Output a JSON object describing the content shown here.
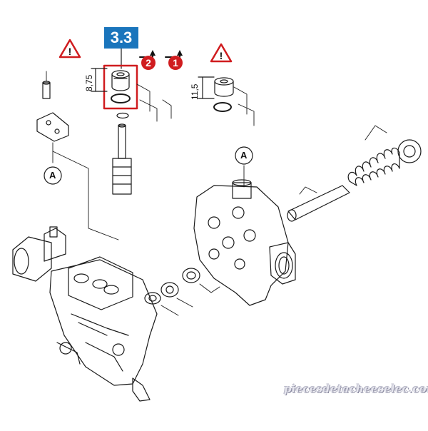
{
  "diagram": {
    "callout_label": "3.3",
    "dimension_left": "8,75",
    "dimension_right": "11,5",
    "step_first": "2",
    "step_second": "1",
    "view_marker": "A",
    "warning_icon": "warning-triangle-icon",
    "highlight_color": "#d01c1f",
    "callout_color": "#1a75bc"
  },
  "watermark": {
    "text": "piecesdetacheeselec.com"
  }
}
